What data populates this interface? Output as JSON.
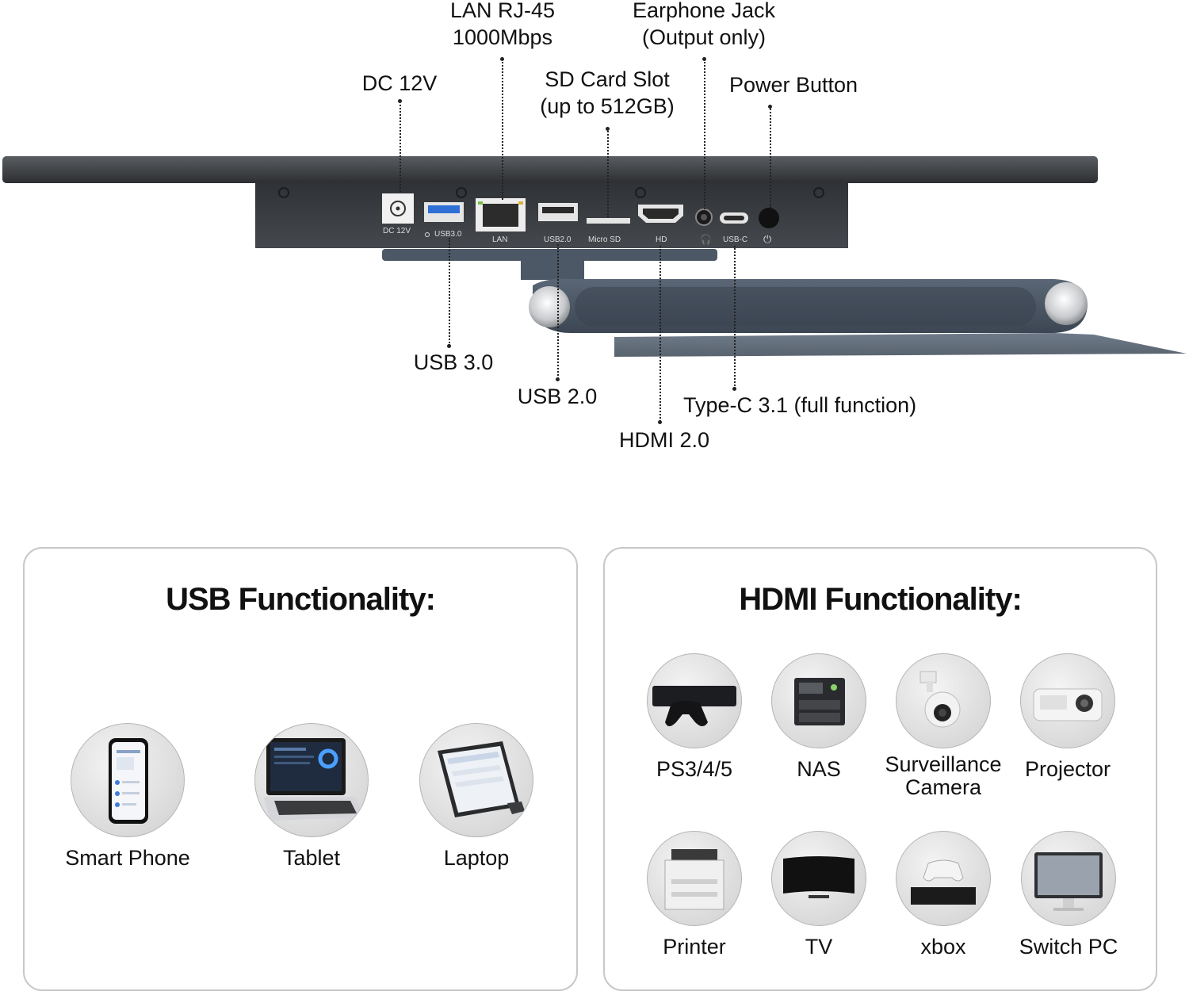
{
  "callouts": {
    "lan": "LAN RJ-45\n1000Mbps",
    "earphone": "Earphone Jack\n(Output only)",
    "dc": "DC 12V",
    "sd": "SD Card Slot\n(up to 512GB)",
    "power": "Power Button",
    "usb3": "USB 3.0",
    "usb2": "USB 2.0",
    "typec": "Type-C 3.1 (full function)",
    "hdmi": "HDMI 2.0"
  },
  "port_labels": {
    "dc": "DC 12V",
    "usb3": "USB3.0",
    "lan": "LAN",
    "usb2": "USB2.0",
    "microsd": "Micro SD",
    "hd": "HD",
    "usbc": "USB-C"
  },
  "usb_panel": {
    "title": "USB Functionality:",
    "devices": [
      {
        "label": "Smart Phone",
        "icon": "smartphone-icon"
      },
      {
        "label": "Tablet",
        "icon": "laptop-icon"
      },
      {
        "label": "Laptop",
        "icon": "tablet-icon"
      }
    ]
  },
  "hdmi_panel": {
    "title": "HDMI Functionality:",
    "devices": [
      {
        "label": "PS3/4/5",
        "icon": "game-console-icon"
      },
      {
        "label": "NAS",
        "icon": "nas-icon"
      },
      {
        "label": "Surveillance\nCamera",
        "icon": "security-camera-icon"
      },
      {
        "label": "Projector",
        "icon": "projector-icon"
      },
      {
        "label": "Printer",
        "icon": "printer-icon"
      },
      {
        "label": "TV",
        "icon": "tv-icon"
      },
      {
        "label": "xbox",
        "icon": "xbox-icon"
      },
      {
        "label": "Switch PC",
        "icon": "monitor-icon"
      }
    ]
  },
  "colors": {
    "bezel": "#3f4144",
    "port_body": "#3a3d41",
    "stand": "#4a5563",
    "usb3_blue": "#2f6fd6"
  }
}
